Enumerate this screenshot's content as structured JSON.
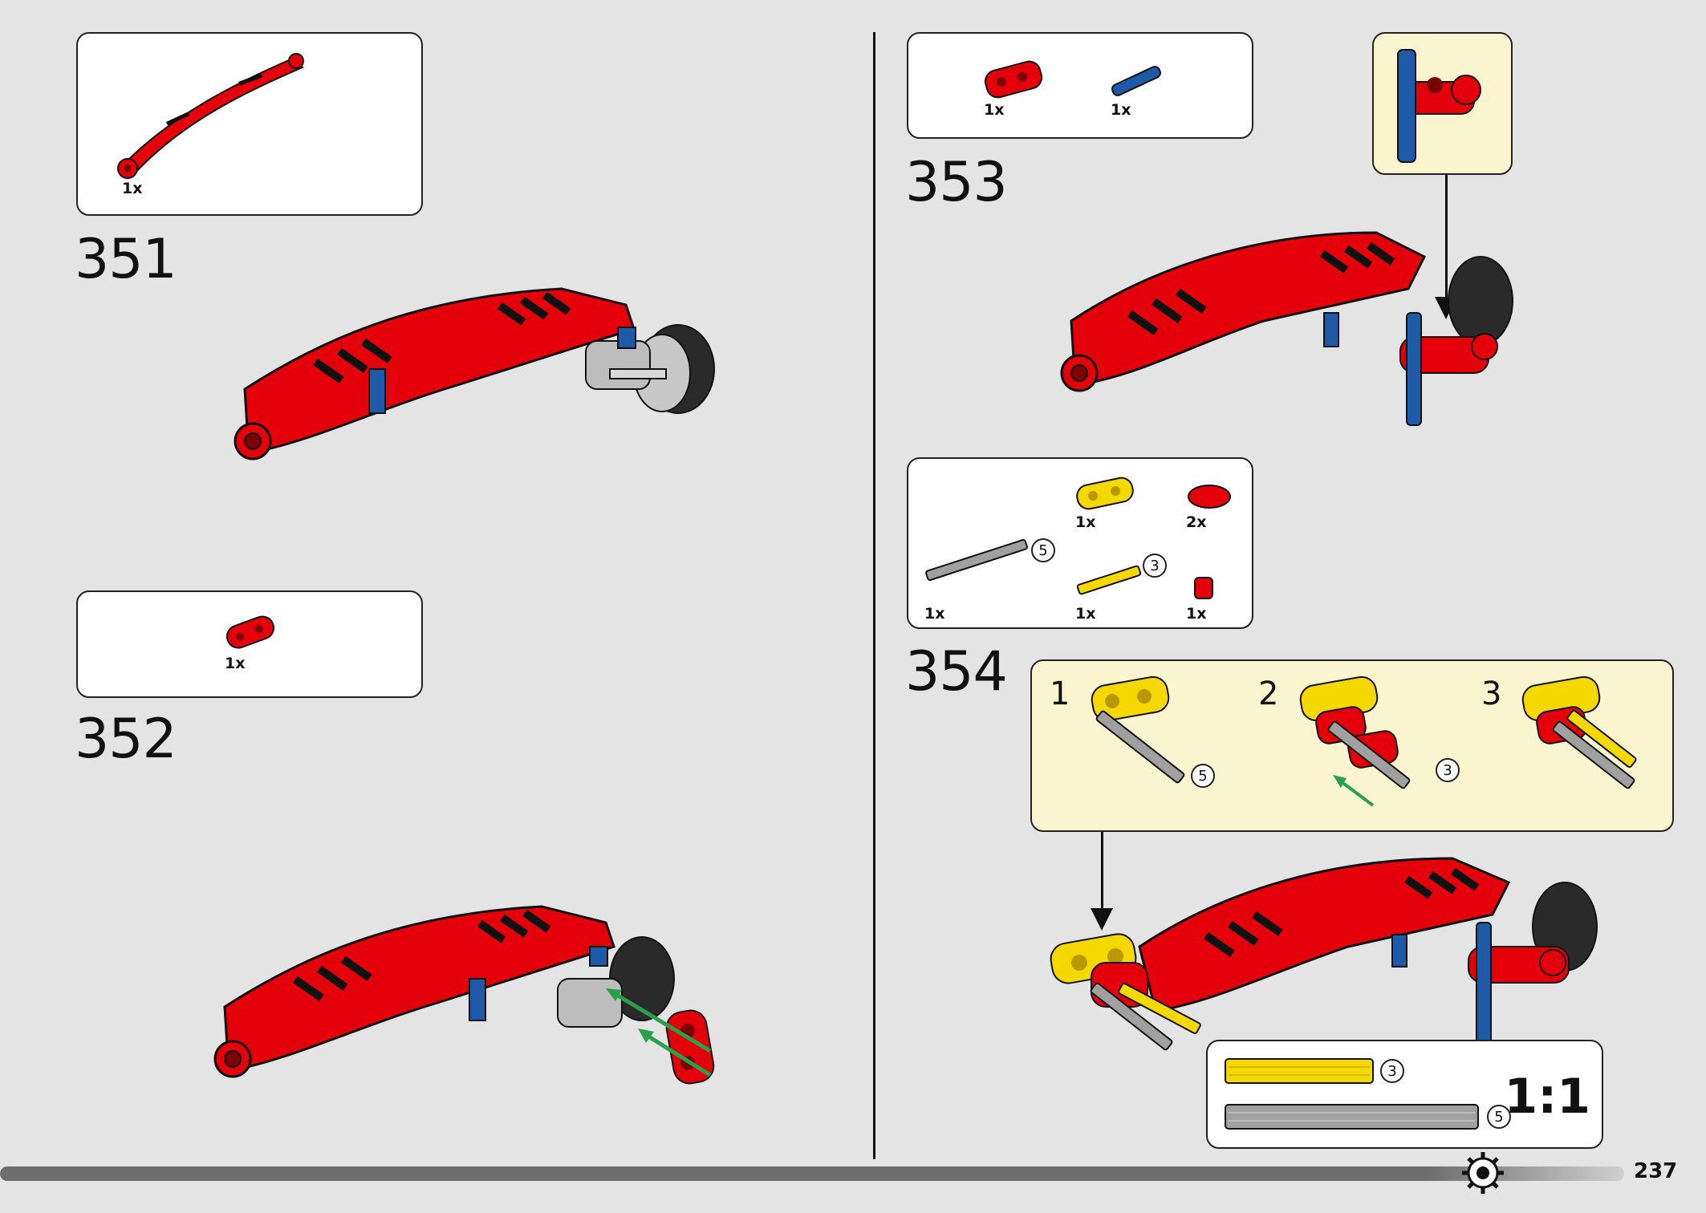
{
  "steps": {
    "s351": {
      "number": "351",
      "parts": [
        {
          "qty": "1x",
          "part": "curved-panel-red"
        }
      ]
    },
    "s352": {
      "number": "352",
      "parts": [
        {
          "qty": "1x",
          "part": "liftarm-2-red"
        }
      ]
    },
    "s353": {
      "number": "353",
      "parts": [
        {
          "qty": "1x",
          "part": "connector-red"
        },
        {
          "qty": "1x",
          "part": "axle-pin-blue"
        }
      ]
    },
    "s354": {
      "number": "354",
      "parts": [
        {
          "qty": "1x",
          "part": "connector-yellow"
        },
        {
          "qty": "2x",
          "part": "liftarm-red-small"
        },
        {
          "qty": "1x",
          "part": "axle-gray",
          "length": "5"
        },
        {
          "qty": "1x",
          "part": "axle-yellow",
          "length": "3"
        },
        {
          "qty": "1x",
          "part": "bush-red"
        }
      ],
      "substeps": [
        {
          "label": "1",
          "length": "5"
        },
        {
          "label": "2",
          "length": "3"
        },
        {
          "label": "3"
        }
      ]
    }
  },
  "scale_box": {
    "ratio": "1:1",
    "yellow_length": "3",
    "gray_length": "5"
  },
  "page_number": "237",
  "colors": {
    "red": "#e3000b",
    "blue": "#1e5aa8",
    "yellow": "#f5d800",
    "gray": "#a0a0a0",
    "callout": "#fbf5cf",
    "background": "#e4e4e4"
  }
}
